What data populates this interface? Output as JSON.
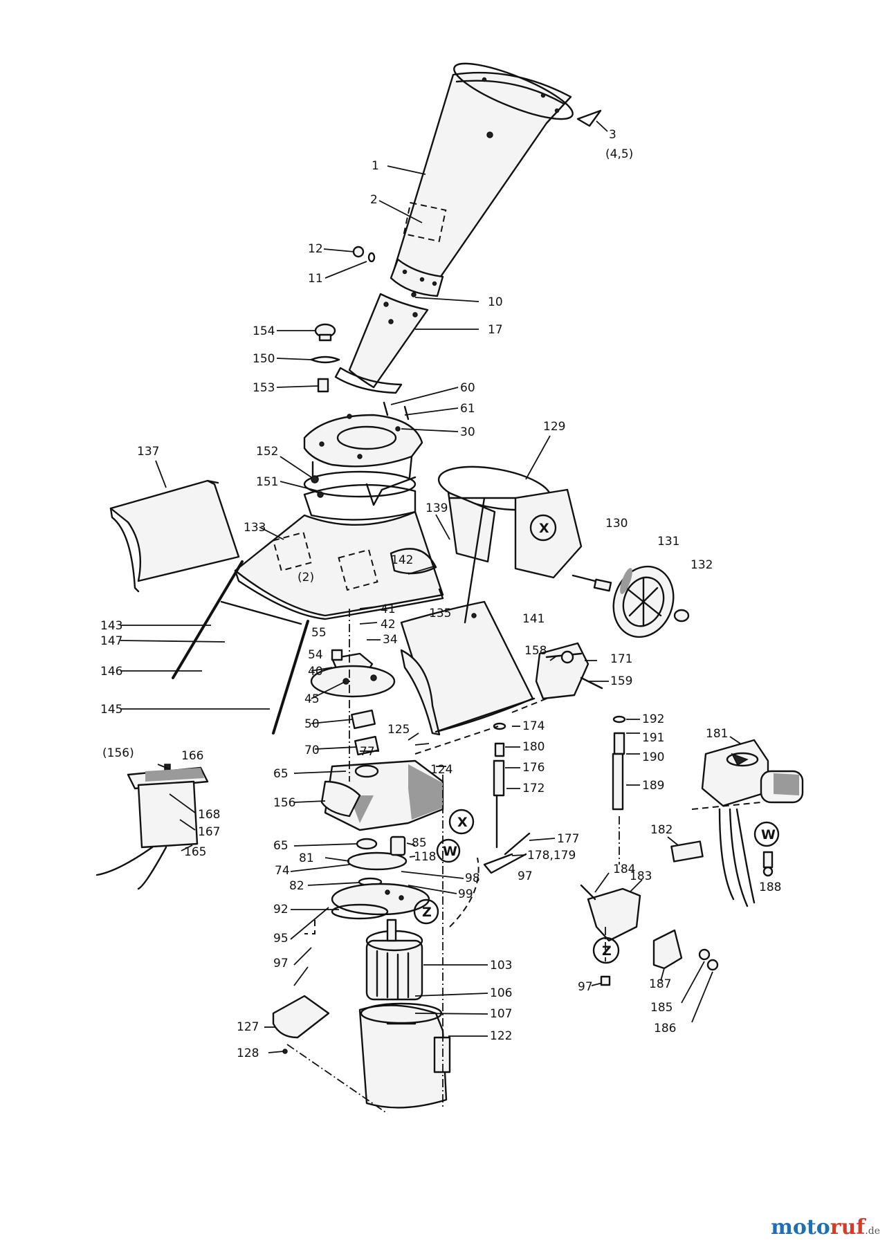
{
  "labels": {
    "l1": "1",
    "l2": "2",
    "l3": "3",
    "l3b": "(4,5)",
    "l10": "10",
    "l11": "11",
    "l12": "12",
    "l17": "17",
    "l30": "30",
    "l34": "34",
    "l40": "40",
    "l41": "41",
    "l42": "42",
    "l45": "45",
    "l50": "50",
    "l54": "54",
    "l55": "55",
    "l60": "60",
    "l61": "61",
    "l65a": "65",
    "l65b": "65",
    "l70": "70",
    "l74": "74",
    "l77": "77",
    "l81": "81",
    "l82": "82",
    "l85": "85",
    "l92": "92",
    "l95": "95",
    "l97a": "97",
    "l97b": "97",
    "l97c": "97",
    "l98": "98",
    "l99": "99",
    "l103": "103",
    "l106": "106",
    "l107": "107",
    "l118": "118",
    "l122": "122",
    "l124": "124",
    "l125": "125",
    "l127": "127",
    "l128": "128",
    "l129": "129",
    "l130": "130",
    "l131": "131",
    "l132": "132",
    "l133": "133",
    "l135": "135",
    "l137": "137",
    "l139": "139",
    "l141": "141",
    "l142": "142",
    "l143": "143",
    "l145": "145",
    "l146": "146",
    "l147": "147",
    "l150": "150",
    "l151": "151",
    "l152": "152",
    "l153": "153",
    "l154": "154",
    "l156": "156",
    "l156b": "(156)",
    "l158": "158",
    "l159": "159",
    "l165": "165",
    "l166": "166",
    "l167": "167",
    "l168": "168",
    "l171": "171",
    "l172": "172",
    "l174": "174",
    "l176": "176",
    "l177": "177",
    "l178": "178,179",
    "l180": "180",
    "l181": "181",
    "l182": "182",
    "l183": "183",
    "l184": "184",
    "l185": "185",
    "l186": "186",
    "l187": "187",
    "l188": "188",
    "l189": "189",
    "l190": "190",
    "l191": "191",
    "l192": "192",
    "l2b": "(2)"
  },
  "callouts": {
    "x1": "X",
    "x2": "X",
    "w1": "W",
    "w2": "W",
    "z1": "Z",
    "z2": "Z"
  },
  "watermark": {
    "brand_a": "moto",
    "brand_b": "ruf",
    "brand_c": ".de"
  }
}
